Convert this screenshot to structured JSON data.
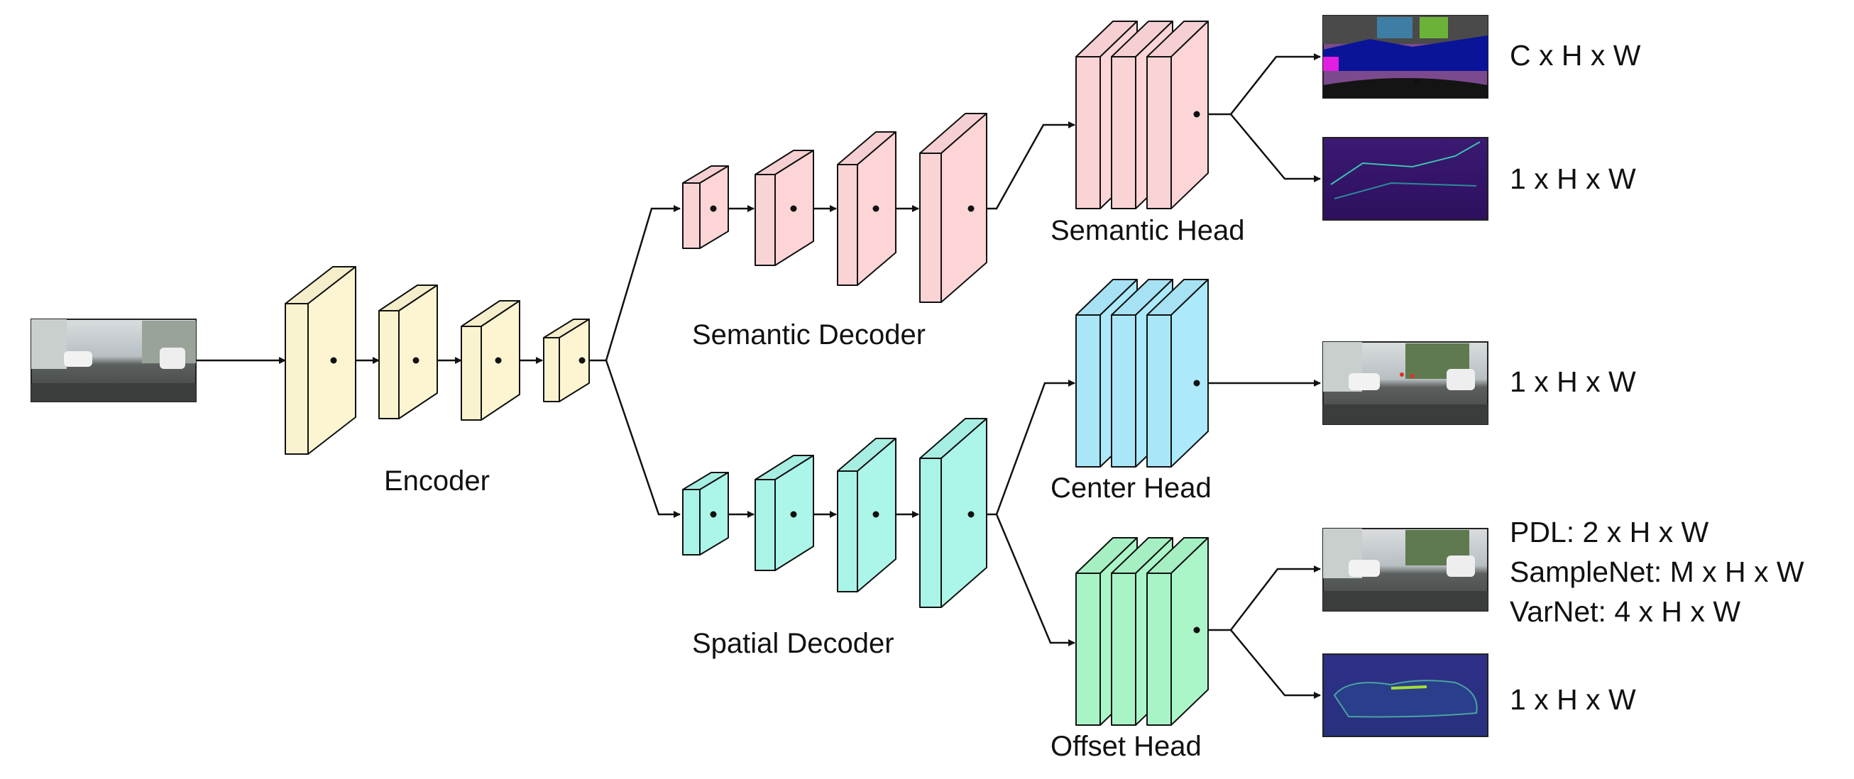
{
  "labels": {
    "encoder": "Encoder",
    "semantic_decoder": "Semantic Decoder",
    "spatial_decoder": "Spatial Decoder",
    "semantic_head": "Semantic Head",
    "center_head": "Center Head",
    "offset_head": "Offset Head"
  },
  "outputs": {
    "semantic_seg": "C x H x W",
    "semantic_uncert": "1 x H x W",
    "center": "1 x H x W",
    "offset_pdl": "PDL: 2 x H x W",
    "offset_samplenet": "SampleNet: M x H x W",
    "offset_varnet": "VarNet: 4 x H x W",
    "offset_uncert": "1 x H x W"
  },
  "colors": {
    "encoder": "#fdf5d1",
    "semantic": "#fdd5d7",
    "spatial": "#acf5e9",
    "center": "#abe9fb",
    "offset": "#aaf6c9",
    "stroke": "#111111"
  },
  "images": {
    "input": "street-scene-photo",
    "semantic_seg": "segmentation-map",
    "semantic_uncert": "uncertainty-map-dark",
    "center": "street-scene-with-centers",
    "offset": "street-scene-with-offsets",
    "offset_uncert": "uncertainty-map-dark"
  }
}
